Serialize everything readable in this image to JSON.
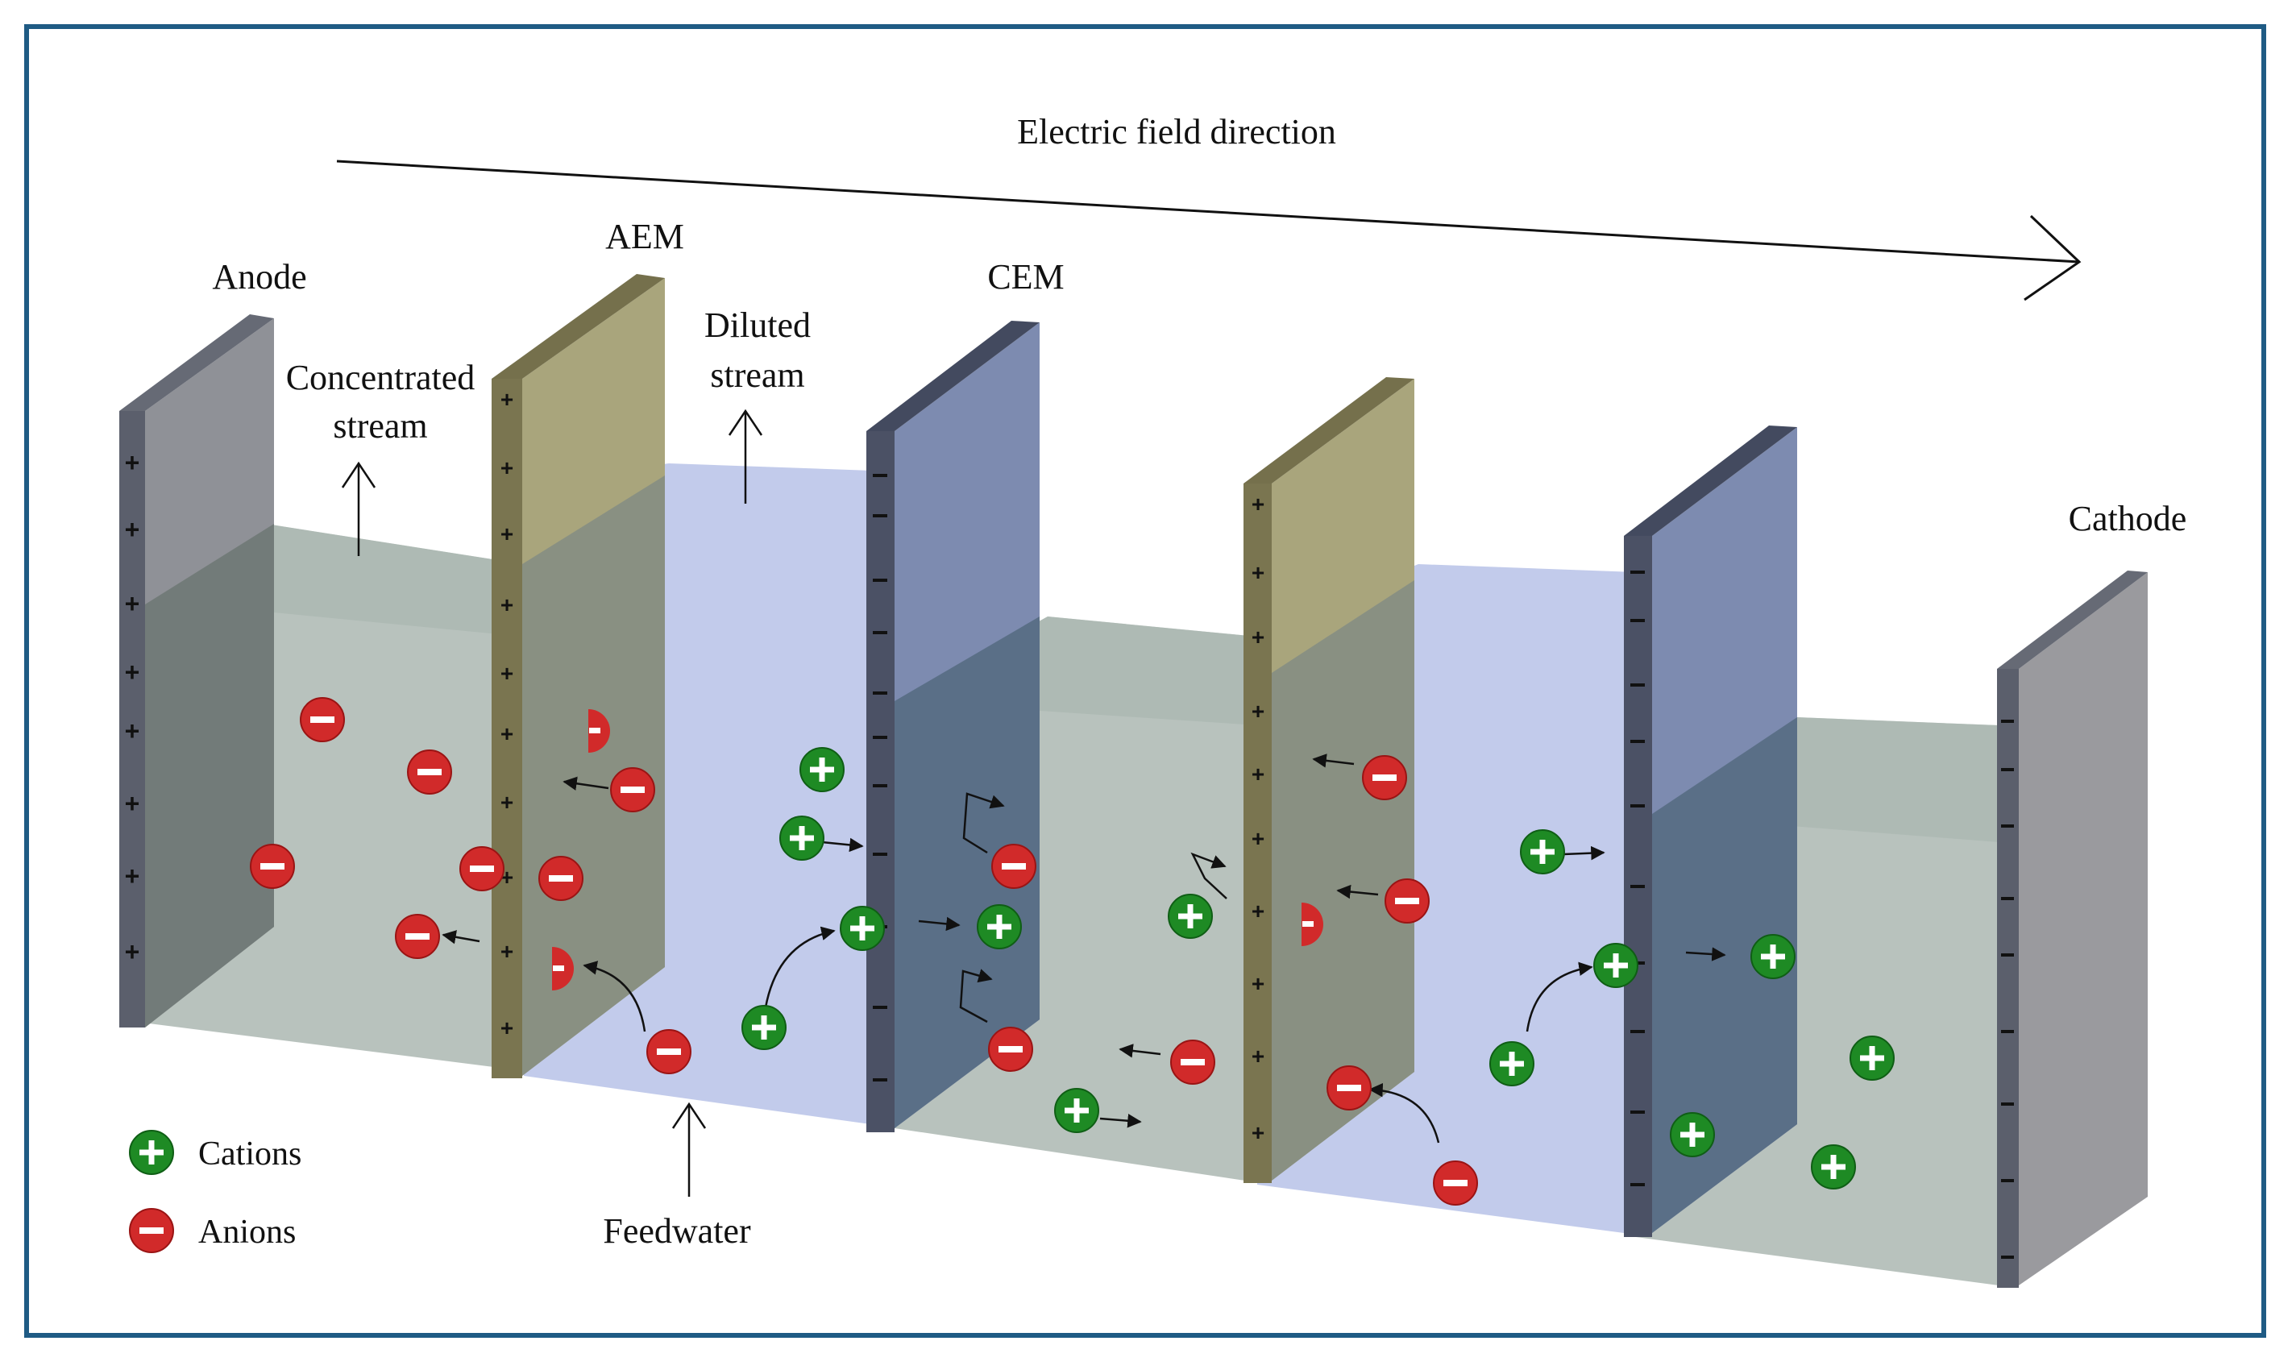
{
  "labels": {
    "electric_field": "Electric field direction",
    "anode": "Anode",
    "aem": "AEM",
    "cem": "CEM",
    "cathode": "Cathode",
    "concentrated_1": "Concentrated",
    "concentrated_2": "stream",
    "diluted_1": "Diluted",
    "diluted_2": "stream",
    "feedwater": "Feedwater"
  },
  "legend": {
    "cations": "Cations",
    "anions": "Anions"
  },
  "colors": {
    "frame": "#1f5b84",
    "anode_cathode": "#8f9197",
    "aem": "#a9a57c",
    "cem": "#7d8bb0",
    "concentrated_water": "#7e8f86",
    "diluted_water": "#b7c2e8",
    "cation": "#1e8a24",
    "anion": "#d12a2a"
  }
}
